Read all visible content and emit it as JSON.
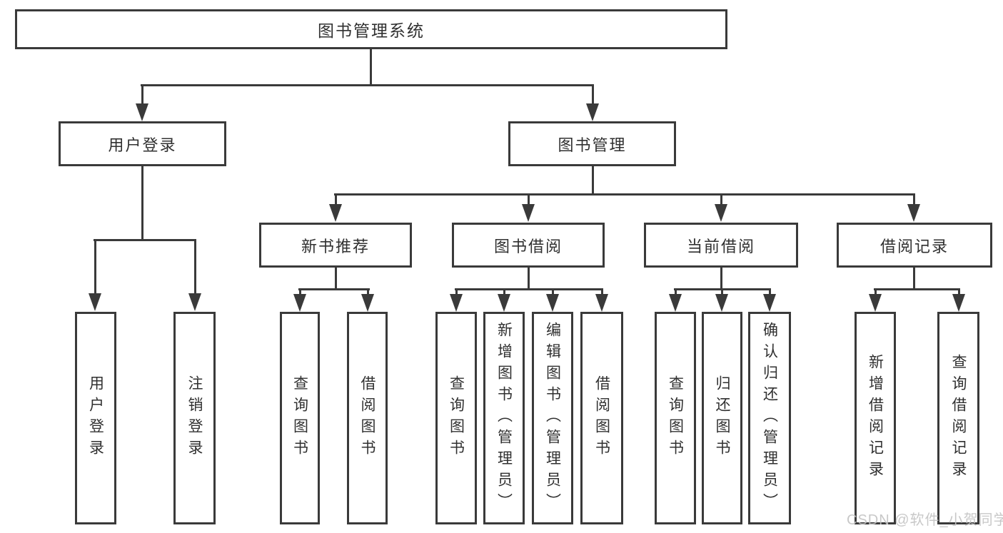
{
  "nodes": {
    "root": "图书管理系统",
    "user_login": "用户登录",
    "book_mgmt": "图书管理",
    "new_book_rec": "新书推荐",
    "book_borrow": "图书借阅",
    "current_borrow": "当前借阅",
    "borrow_record": "借阅记录",
    "leaf_user_login": "用户登录",
    "leaf_logout": "注销登录",
    "leaf_nb_query": "查询图书",
    "leaf_nb_borrow": "借阅图书",
    "leaf_bb_query": "查询图书",
    "leaf_bb_add": "新增图书（管理员）",
    "leaf_bb_edit": "编辑图书（管理员）",
    "leaf_bb_borrow": "借阅图书",
    "leaf_cb_query": "查询图书",
    "leaf_cb_return": "归还图书",
    "leaf_cb_confirm": "确认归还（管理员）",
    "leaf_br_add": "新增借阅记录",
    "leaf_br_query": "查询借阅记录"
  },
  "watermark": "CSDN @软件_小贺同学",
  "colors": {
    "line": "#3a3a3a",
    "text": "#303030",
    "watermark": "#c3c3c3",
    "background": "#ffffff"
  }
}
